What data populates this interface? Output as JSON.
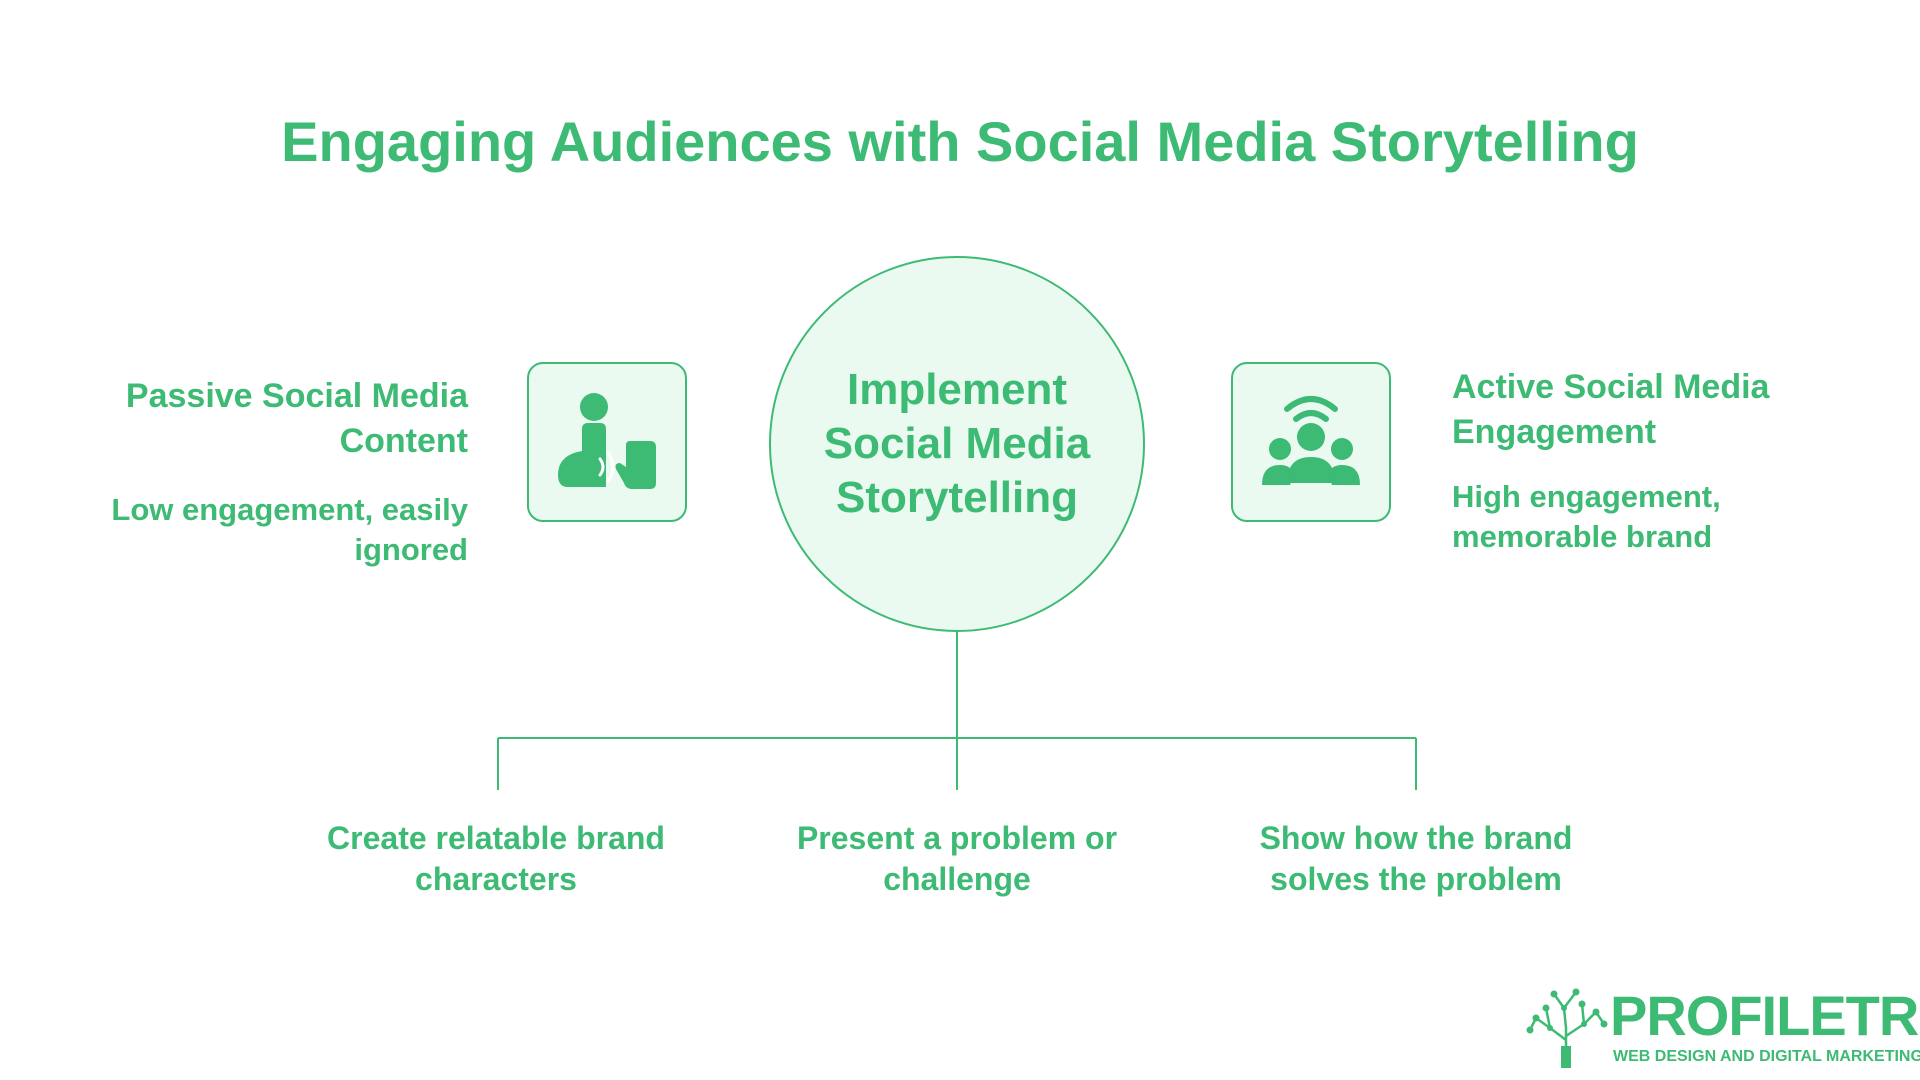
{
  "title": "Engaging Audiences with Social Media Storytelling",
  "center": {
    "label": "Implement\nSocial Media\nStorytelling"
  },
  "left": {
    "heading": "Passive Social Media Content",
    "description": "Low engagement, easily ignored",
    "icon": "passive-listener-icon"
  },
  "right": {
    "heading": "Active Social Media Engagement",
    "description": "High engagement, memorable brand",
    "icon": "engaged-audience-icon"
  },
  "steps": [
    {
      "label": "Create relatable brand characters"
    },
    {
      "label": "Present a problem or challenge"
    },
    {
      "label": "Show how the brand solves the problem"
    }
  ],
  "logo": {
    "wordmark": "PROFILETREE",
    "tagline": "WEB DESIGN AND DIGITAL MARKETING"
  },
  "colors": {
    "accent": "#3dba74",
    "fill": "#ebfaf1",
    "background": "#ffffff"
  }
}
